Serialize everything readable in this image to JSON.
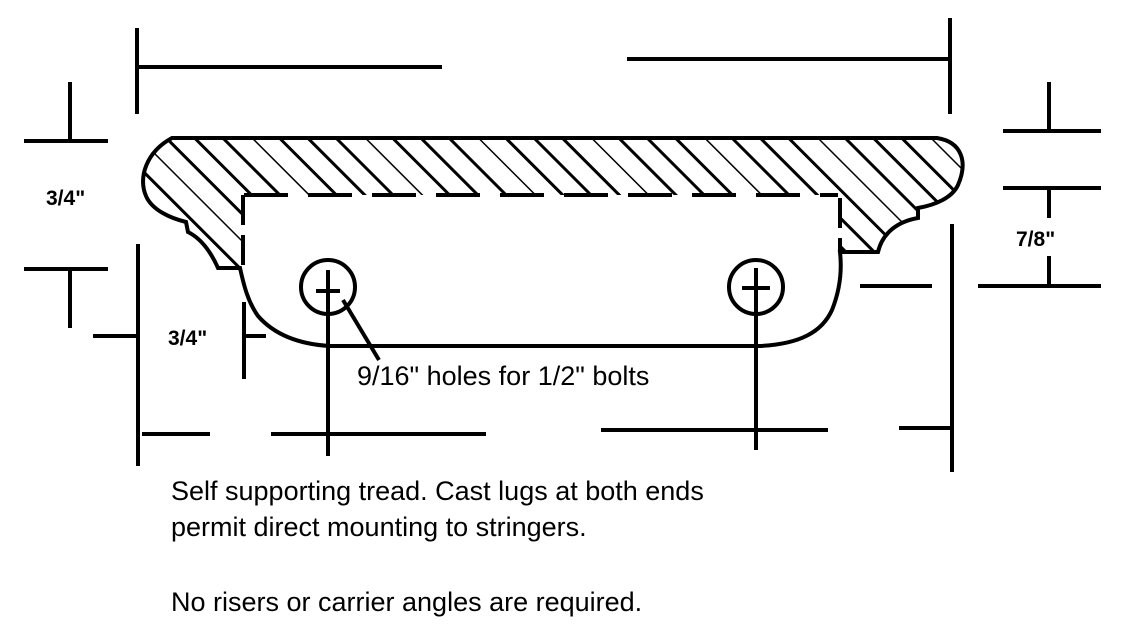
{
  "dimensions": {
    "top_thickness_left": "3/4\"",
    "top_thickness_right": "7/8\"",
    "lug_depth": "3/4\""
  },
  "hole_note": "9/16\" holes for 1/2\" bolts",
  "description": {
    "line1": "Self supporting tread. Cast lugs at both ends",
    "line2": "permit direct mounting to stringers.",
    "line3": "No risers or carrier angles are required."
  },
  "colors": {
    "ink": "#000000",
    "background": "#ffffff"
  }
}
